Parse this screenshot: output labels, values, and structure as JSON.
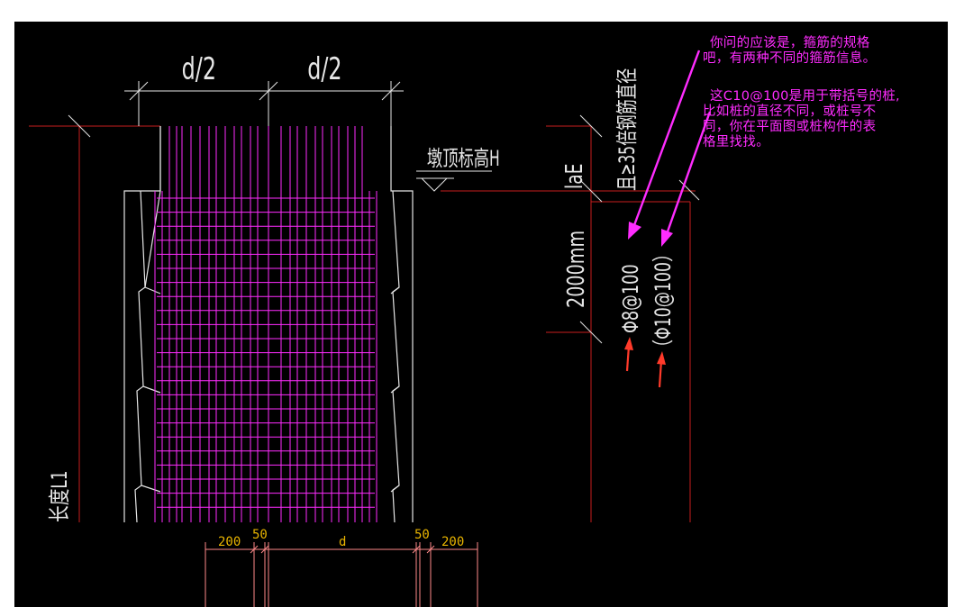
{
  "drawing": {
    "top_dims": [
      "d/2",
      "d/2"
    ],
    "pier_top_label": "墩顶标高H",
    "lae_label": "laE",
    "anchor_note": "且≥35倍钢筋直径",
    "length_2000": "2000mm",
    "stirrup_1": "Φ8@100",
    "stirrup_2": "（Φ10@100）",
    "length_label": "长度L1",
    "bottom_dims": [
      "200",
      "50",
      "d",
      "50",
      "200"
    ]
  },
  "annotation": {
    "line1": "你问的应该是，箍筋的规格",
    "line2": "吧，有两种不同的箍筋信息。",
    "line3": "这C10@100是用于带括号的桩,",
    "line4": "比如桩的直径不同，或桩号不",
    "line5": "同，你在平面图或桩构件的表",
    "line6": "格里找找。"
  },
  "colors": {
    "background": "#000000",
    "line_white": "#e6e6e6",
    "line_red": "#c81e1e",
    "rebar_magenta": "#ff2cff",
    "annotation_magenta": "#ff2cff",
    "dim_yellow": "#e8b400",
    "arrow_red": "#ff3a2a",
    "bottom_pink": "#ff8a8a"
  }
}
